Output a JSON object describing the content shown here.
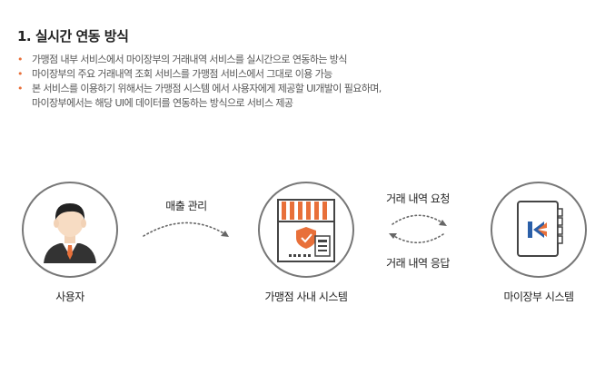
{
  "title": "1. 실시간 연동 방식",
  "bullets": [
    {
      "text": "가맹점 내부 서비스에서 마이장부의 거래내역 서비스를 실시간으로 연동하는 방식"
    },
    {
      "text": "마이장부의 주요 거래내역 조회 서비스를 가맹점 서비스에서 그대로 이용 가능"
    },
    {
      "text": "본 서비스를 이용하기 위해서는 가맹점 시스템 에서 사용자에게 제공할 UI개발이 필요하며,",
      "cont": "마이장부에서는 해당 UI에 데이터를 연동하는 방식으로 서비스 제공"
    }
  ],
  "nodes": {
    "user": {
      "label": "사용자"
    },
    "merchant": {
      "label": "가맹점 사내 시스템"
    },
    "myjangbu": {
      "label": "마이장부 시스템"
    }
  },
  "edges": {
    "sales": {
      "label": "매출 관리"
    },
    "request": {
      "label": "거래 내역 요청"
    },
    "response": {
      "label": "거래 내역 응답"
    }
  },
  "colors": {
    "accent": "#e8703a",
    "circle_border": "#777777",
    "dotted_line": "#666666",
    "logo_blue": "#2a5fa8"
  }
}
